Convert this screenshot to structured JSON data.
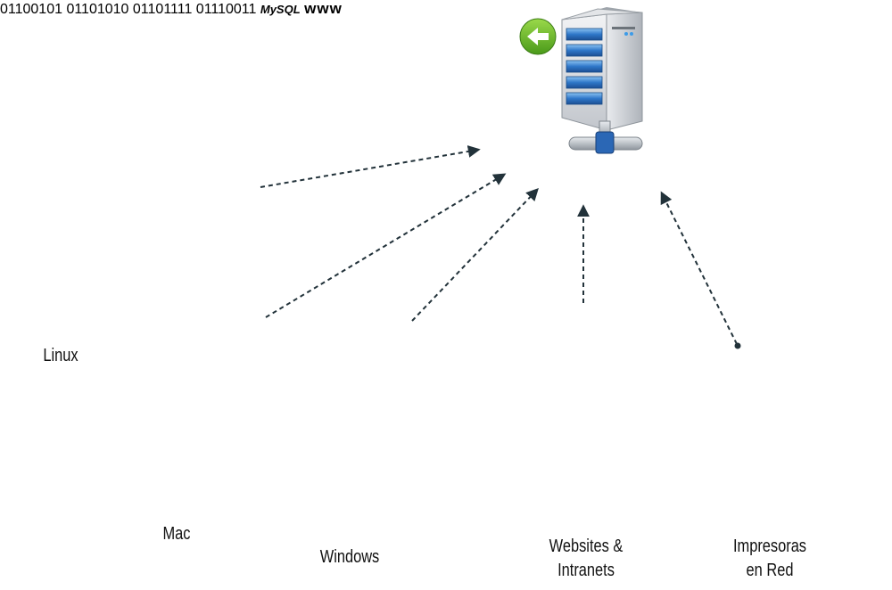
{
  "binary": {
    "line1": "01100101 01101010",
    "line2": "01101111 01110011"
  },
  "database": {
    "brand": "MySQL"
  },
  "globe": {
    "banner": "www"
  },
  "nodes": {
    "linux": "Linux",
    "mac": "Mac",
    "windows": "Windows",
    "websites_line1": "Websites &",
    "websites_line2": "Intranets",
    "printers_line1": "Impresoras",
    "printers_line2": "en Red"
  },
  "colors": {
    "server_blue": "#2f77c9",
    "server_body": "#c9ccd2",
    "alert_red": "#d8131b",
    "envelope": "#f4c33a",
    "arrow_green": "#6bb52a",
    "connector": "#22323a"
  },
  "icons": [
    "server-icon",
    "linux-penguin-icon",
    "mac-finder-icon",
    "windows-logo-icon",
    "globe-icon",
    "printer-icon",
    "mysql-database-icon",
    "monitor-icon",
    "mail-alert-icon",
    "download-arrow-icon",
    "left-arrow-icon"
  ]
}
